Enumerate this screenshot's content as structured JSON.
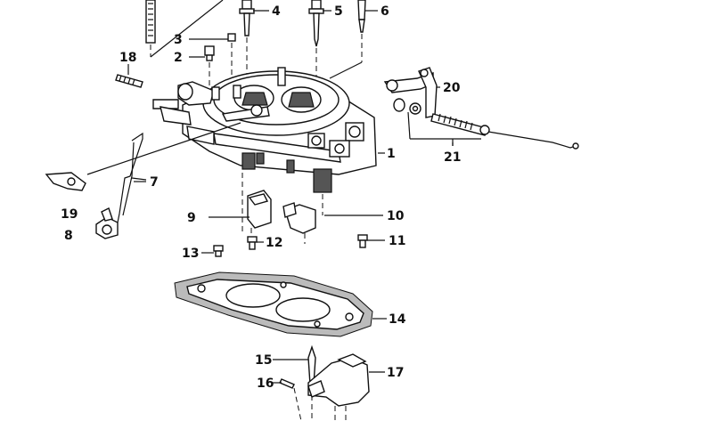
{
  "diagram": {
    "labels": {
      "l1": "1",
      "l2": "2",
      "l3": "3",
      "l4": "4",
      "l5": "5",
      "l6": "6",
      "l7": "7",
      "l8": "8",
      "l9": "9",
      "l10": "10",
      "l11": "11",
      "l12": "12",
      "l13": "13",
      "l14": "14",
      "l15": "15",
      "l16": "16",
      "l17": "17",
      "l18": "18",
      "l19": "19",
      "l20": "20",
      "l21": "21"
    }
  }
}
